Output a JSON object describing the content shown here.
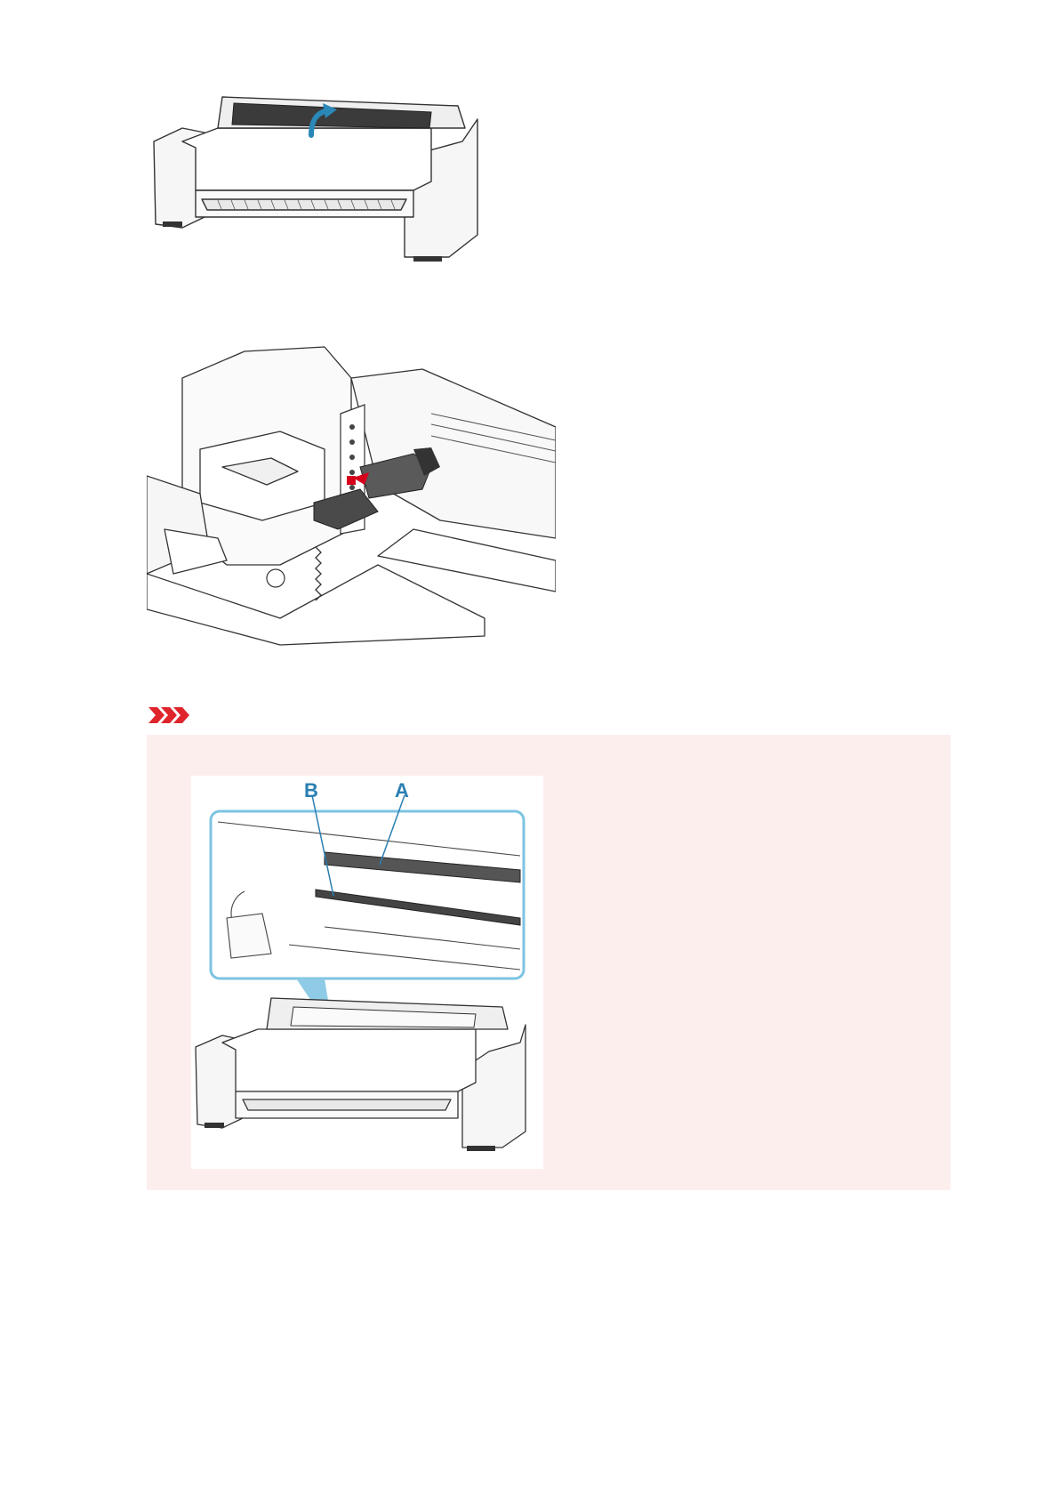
{
  "figures": {
    "open_cover": {
      "icon": "printer-top-cover-open-illustration",
      "arrow_color": "#2a88b8"
    },
    "release_lever": {
      "icon": "printer-release-lever-illustration",
      "accent": "#d6001c"
    },
    "important_figure": {
      "icon": "printer-paper-retainer-illustration",
      "label_a": "A",
      "label_b": "B",
      "callout_color": "#2a7fb2"
    }
  },
  "important": {
    "icon": "important-chevrons-icon",
    "color": "#e0242c",
    "background": "#fdeeee"
  }
}
